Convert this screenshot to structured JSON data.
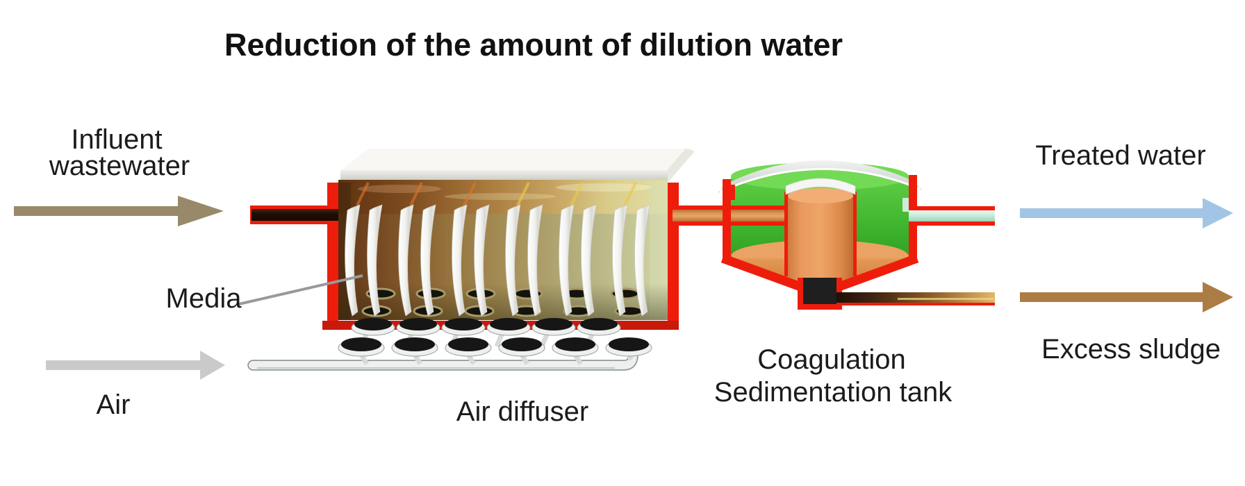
{
  "diagram": {
    "title": "Reduction of the amount of dilution water",
    "labels": {
      "influent_line1": "Influent",
      "influent_line2": "wastewater",
      "media": "Media",
      "air": "Air",
      "air_diffuser": "Air diffuser",
      "coagulation_line1": "Coagulation",
      "coagulation_line2": "Sedimentation tank",
      "treated_water": "Treated water",
      "excess_sludge": "Excess sludge"
    },
    "colors": {
      "influent_arrow": "#98896a",
      "air_arrow": "#cacaca",
      "treated_arrow": "#a2c5e5",
      "sludge_arrow": "#ab7d45",
      "tank_outline_red": "#ee1d0b",
      "tank_bottom_red": "#c8190a",
      "sed_green": "#3fb52e",
      "sed_sludge_orange": "#e09552",
      "media_sheet": "#f2f2ef",
      "pointer_gray": "#999999"
    }
  }
}
